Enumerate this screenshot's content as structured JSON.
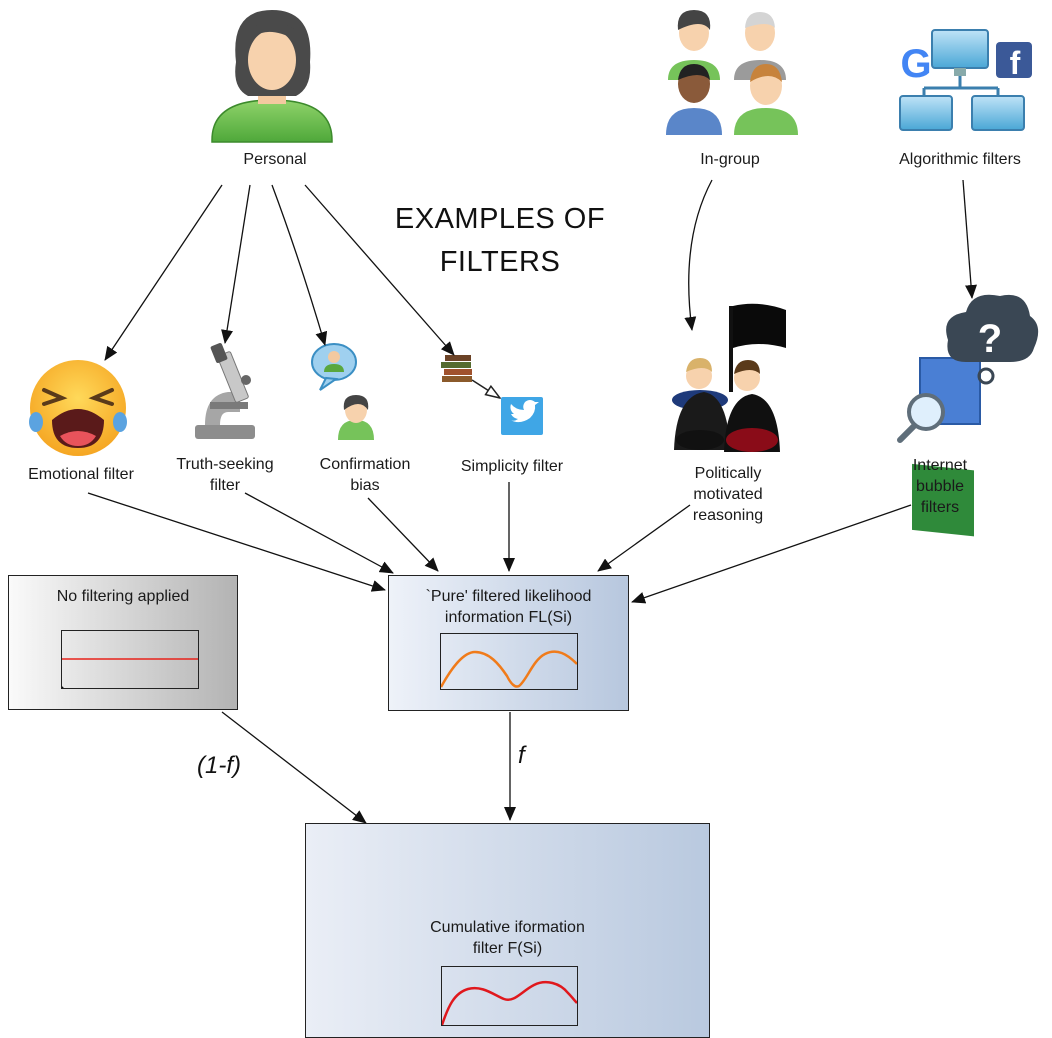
{
  "title": "EXAMPLES\nOF FILTERS",
  "sources": {
    "personal": "Personal",
    "in_group": "In-group",
    "algorithmic": "Algorithmic filters"
  },
  "filters": {
    "emotional": "Emotional filter",
    "truth_seeking": "Truth-seeking\nfilter",
    "confirmation": "Confirmation\nbias",
    "simplicity": "Simplicity filter",
    "political": "Politically\nmotivated\nreasoning",
    "internet": "Internet\nbubble\nfilters"
  },
  "boxes": {
    "no_filter": {
      "title": "No filtering applied"
    },
    "pure": {
      "title": "`Pure' filtered likelihood\ninformation FL(Si)"
    },
    "cumulative": {
      "title": "Cumulative iformation\nfilter F(Si)"
    }
  },
  "edge_labels": {
    "one_minus_f": "(1-f)",
    "f": "f"
  },
  "icons": [
    "person-female-icon",
    "group-of-people-icon",
    "network-google-facebook-icon",
    "crying-emoji-icon",
    "microscope-icon",
    "speech-bubble-person-icon",
    "books-to-twitter-icon",
    "politicians-flag-icon",
    "cloud-question-book-icon",
    "head-gears-icon"
  ],
  "colors": {
    "flat_line": "#e8231b",
    "pure_curve": "#f07b1a",
    "cumulative_curve": "#e0181d"
  }
}
